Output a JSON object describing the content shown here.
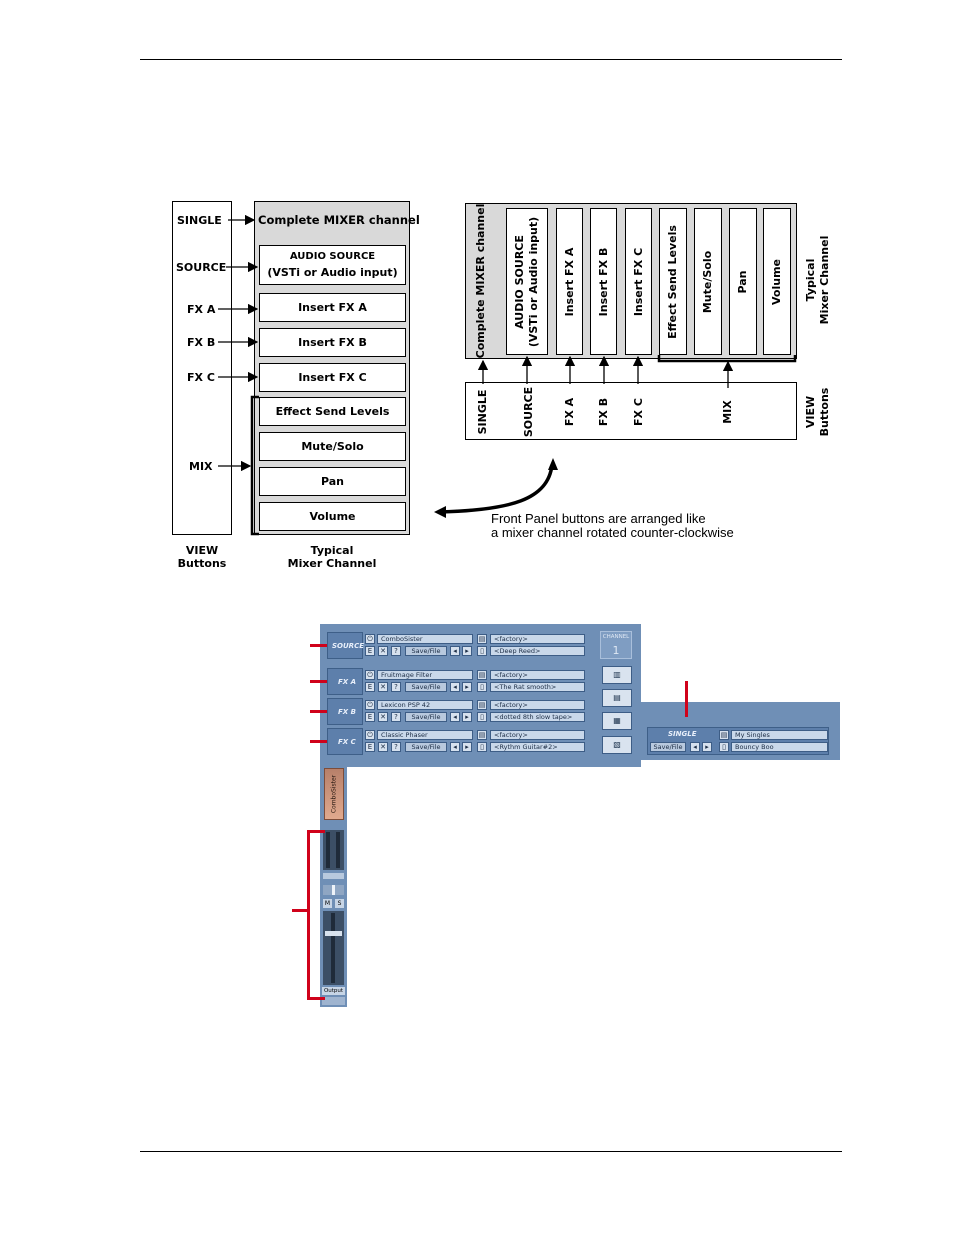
{
  "left_diagram": {
    "view_buttons": [
      "SINGLE",
      "SOURCE",
      "FX A",
      "FX B",
      "FX C",
      "MIX"
    ],
    "channel_title": "Complete MIXER channel",
    "audio_source_line1": "AUDIO SOURCE",
    "audio_source_line2": "(VSTi or Audio input)",
    "insert_a": "Insert FX A",
    "insert_b": "Insert FX B",
    "insert_c": "Insert FX C",
    "effect_send": "Effect Send Levels",
    "mute_solo": "Mute/Solo",
    "pan": "Pan",
    "volume": "Volume",
    "caption_view_line1": "VIEW",
    "caption_view_line2": "Buttons",
    "caption_channel_line1": "Typical",
    "caption_channel_line2": "Mixer Channel"
  },
  "right_diagram": {
    "complete": "Complete MIXER channel",
    "audio_source_line1": "AUDIO SOURCE",
    "audio_source_line2": "(VSTi or Audio input)",
    "insert_a": "Insert FX A",
    "insert_b": "Insert FX B",
    "insert_c": "Insert FX C",
    "effect_send": "Effect Send Levels",
    "mute_solo": "Mute/Solo",
    "pan": "Pan",
    "volume": "Volume",
    "typical_line1": "Typical",
    "typical_line2": "Mixer Channel",
    "btn_single": "SINGLE",
    "btn_source": "SOURCE",
    "btn_fxa": "FX A",
    "btn_fxb": "FX B",
    "btn_fxc": "FX C",
    "btn_mix": "MIX",
    "view_line1": "VIEW",
    "view_line2": "Buttons"
  },
  "caption_line1": "Front Panel buttons are arranged like",
  "caption_line2": "a mixer channel rotated counter-clockwise",
  "screenshot": {
    "source": {
      "label": "SOURCE",
      "name": "ComboSister",
      "preset_bank": "<factory>",
      "preset": "<Deep Reed>",
      "save": "Save/File"
    },
    "fxa": {
      "label": "FX A",
      "name": "Fruitmage Filter",
      "preset_bank": "<factory>",
      "preset": "<The Rat smooth>",
      "save": "Save/File"
    },
    "fxb": {
      "label": "FX B",
      "name": "Lexicon PSP 42",
      "preset_bank": "<factory>",
      "preset": "<dotted 8th slow tape>",
      "save": "Save/File"
    },
    "fxc": {
      "label": "FX C",
      "name": "Classic Phaser",
      "preset_bank": "<factory>",
      "preset": "<Rythm Guitar#2>",
      "save": "Save/File"
    },
    "channel_label": "CHANNEL",
    "channel_number": "1",
    "single": {
      "label": "SINGLE",
      "bank": "My Singles",
      "preset": "Bouncy Boo",
      "save": "Save/File"
    },
    "strip_name": "ComboSister",
    "output_label": "Output",
    "mute": "M",
    "solo": "S"
  }
}
